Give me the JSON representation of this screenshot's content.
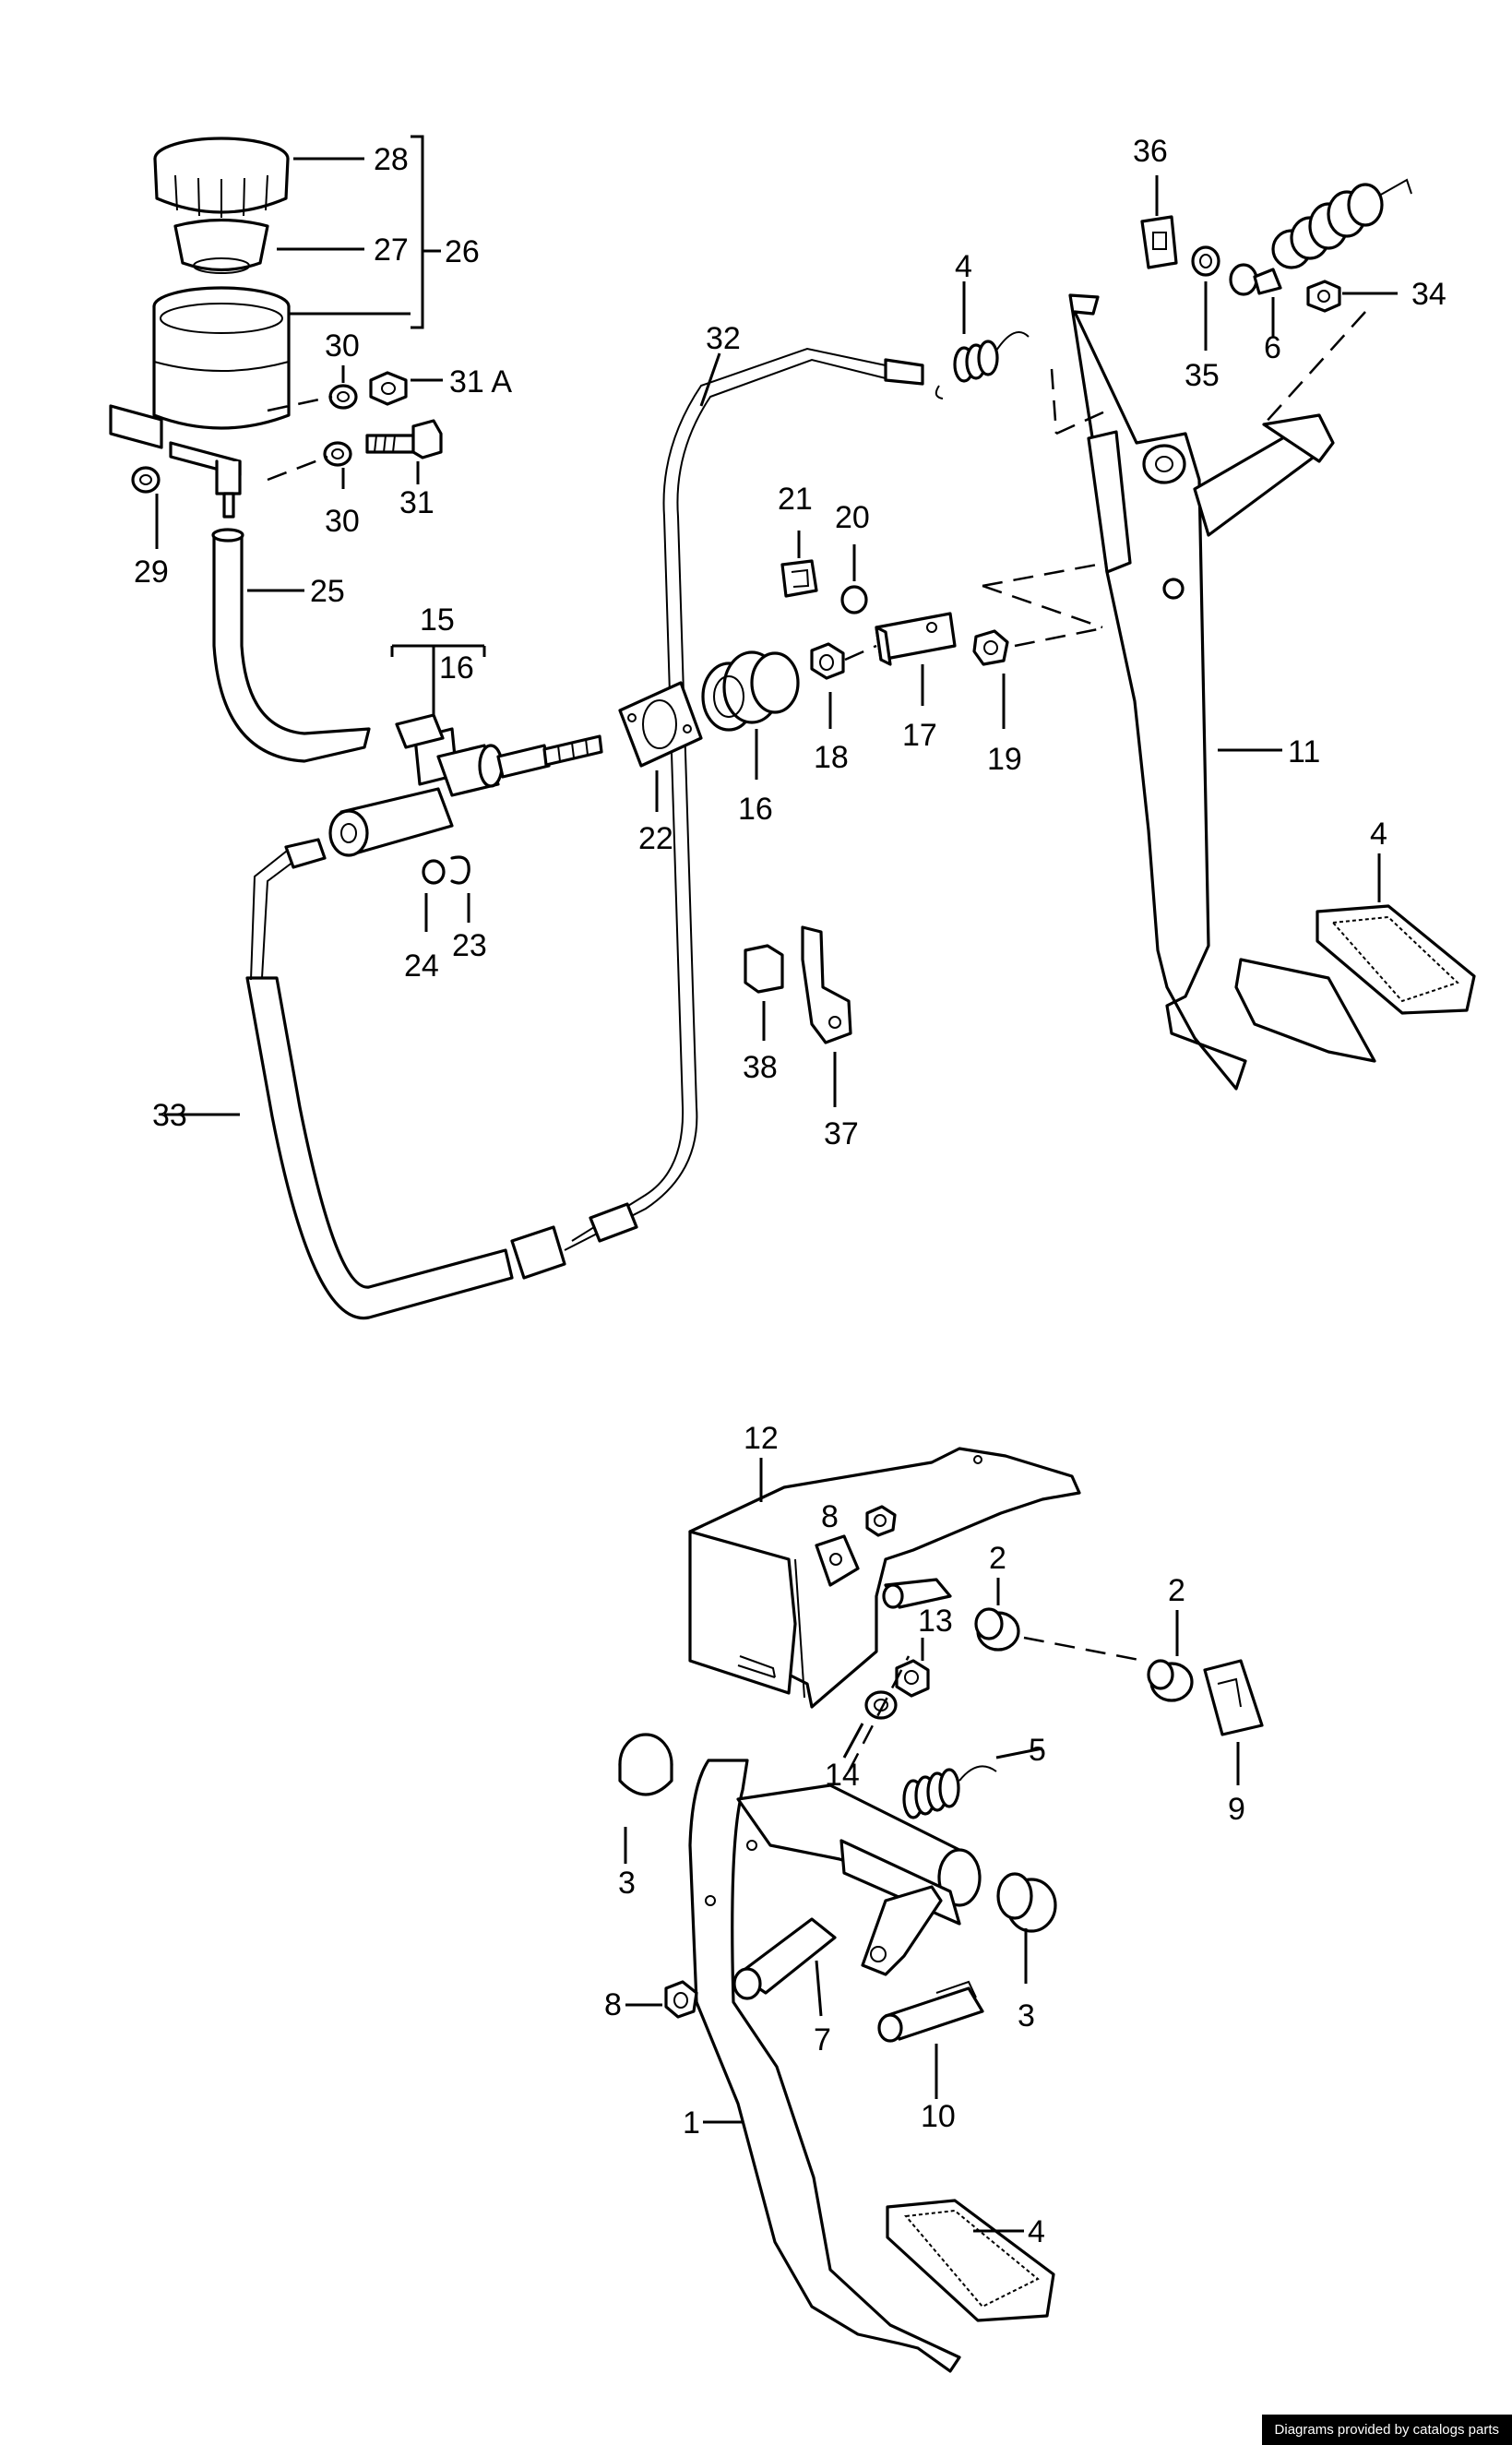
{
  "labels": {
    "l1": "1",
    "l2a": "2",
    "l2b": "2",
    "l3a": "3",
    "l3b": "3",
    "l4a": "4",
    "l4b": "4",
    "l4c": "4",
    "l5": "5",
    "l6": "6",
    "l7": "7",
    "l8a": "8",
    "l8b": "8",
    "l9": "9",
    "l10": "10",
    "l11": "11",
    "l12": "12",
    "l13": "13",
    "l14": "14",
    "l15": "15",
    "l16a": "16",
    "l16b": "16",
    "l17": "17",
    "l18": "18",
    "l19": "19",
    "l20": "20",
    "l21": "21",
    "l22": "22",
    "l23": "23",
    "l24": "24",
    "l25": "25",
    "l26": "26",
    "l27": "27",
    "l28": "28",
    "l29": "29",
    "l30a": "30",
    "l30b": "30",
    "l31": "31",
    "l31a": "31 A",
    "l32": "32",
    "l33": "33",
    "l34": "34",
    "l35": "35",
    "l36": "36",
    "l37": "37",
    "l38": "38"
  },
  "credit": "Diagrams provided by catalogs parts"
}
